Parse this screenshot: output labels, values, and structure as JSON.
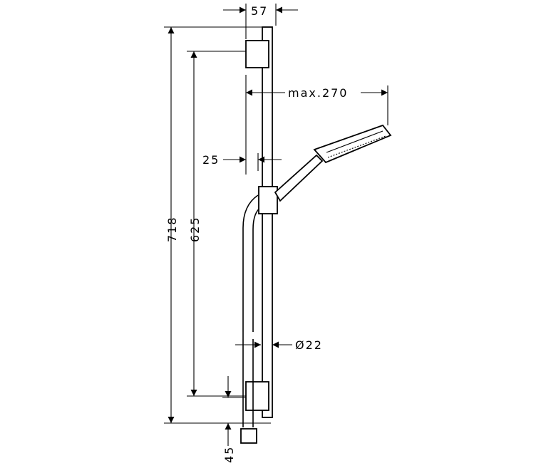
{
  "dimensions": {
    "top_width": "57",
    "max_reach": "max.270",
    "bar_offset": "25",
    "total_height": "718",
    "bracket_spacing": "625",
    "bar_diameter": "Ø22",
    "bottom_offset": "45"
  },
  "icons": {
    "arrow": "arrow-head-icon"
  }
}
